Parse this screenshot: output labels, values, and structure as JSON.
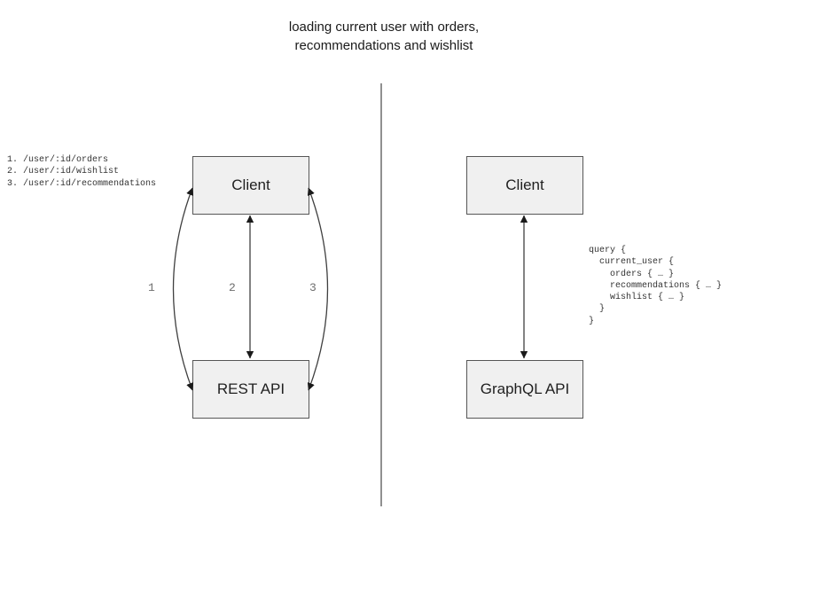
{
  "title": {
    "line1": "loading current user with orders,",
    "line2": "recommendations and wishlist"
  },
  "rest_side": {
    "endpoints": [
      "1. /user/:id/orders",
      "2. /user/:id/wishlist",
      "3. /user/:id/recommendations"
    ],
    "client_box_label": "Client",
    "api_box_label": "REST API",
    "arrow_labels": {
      "first": "1",
      "second": "2",
      "third": "3"
    }
  },
  "graphql_side": {
    "client_box_label": "Client",
    "api_box_label": "GraphQL API",
    "query_lines": [
      "query {",
      "  current_user {",
      "    orders { … }",
      "    recommendations { … }",
      "    wishlist { … }",
      "  }",
      "}"
    ]
  },
  "colors": {
    "background": "#ffffff",
    "box_fill": "#f0f0f0",
    "box_border": "#565656",
    "arrow_stroke": "#3f3f3f",
    "arrowhead_fill": "#1a1a1a",
    "divider": "#6b6b6b",
    "label_gray": "#6e6e6e",
    "mono_text": "#333333",
    "title_text": "#1a1a1a"
  }
}
